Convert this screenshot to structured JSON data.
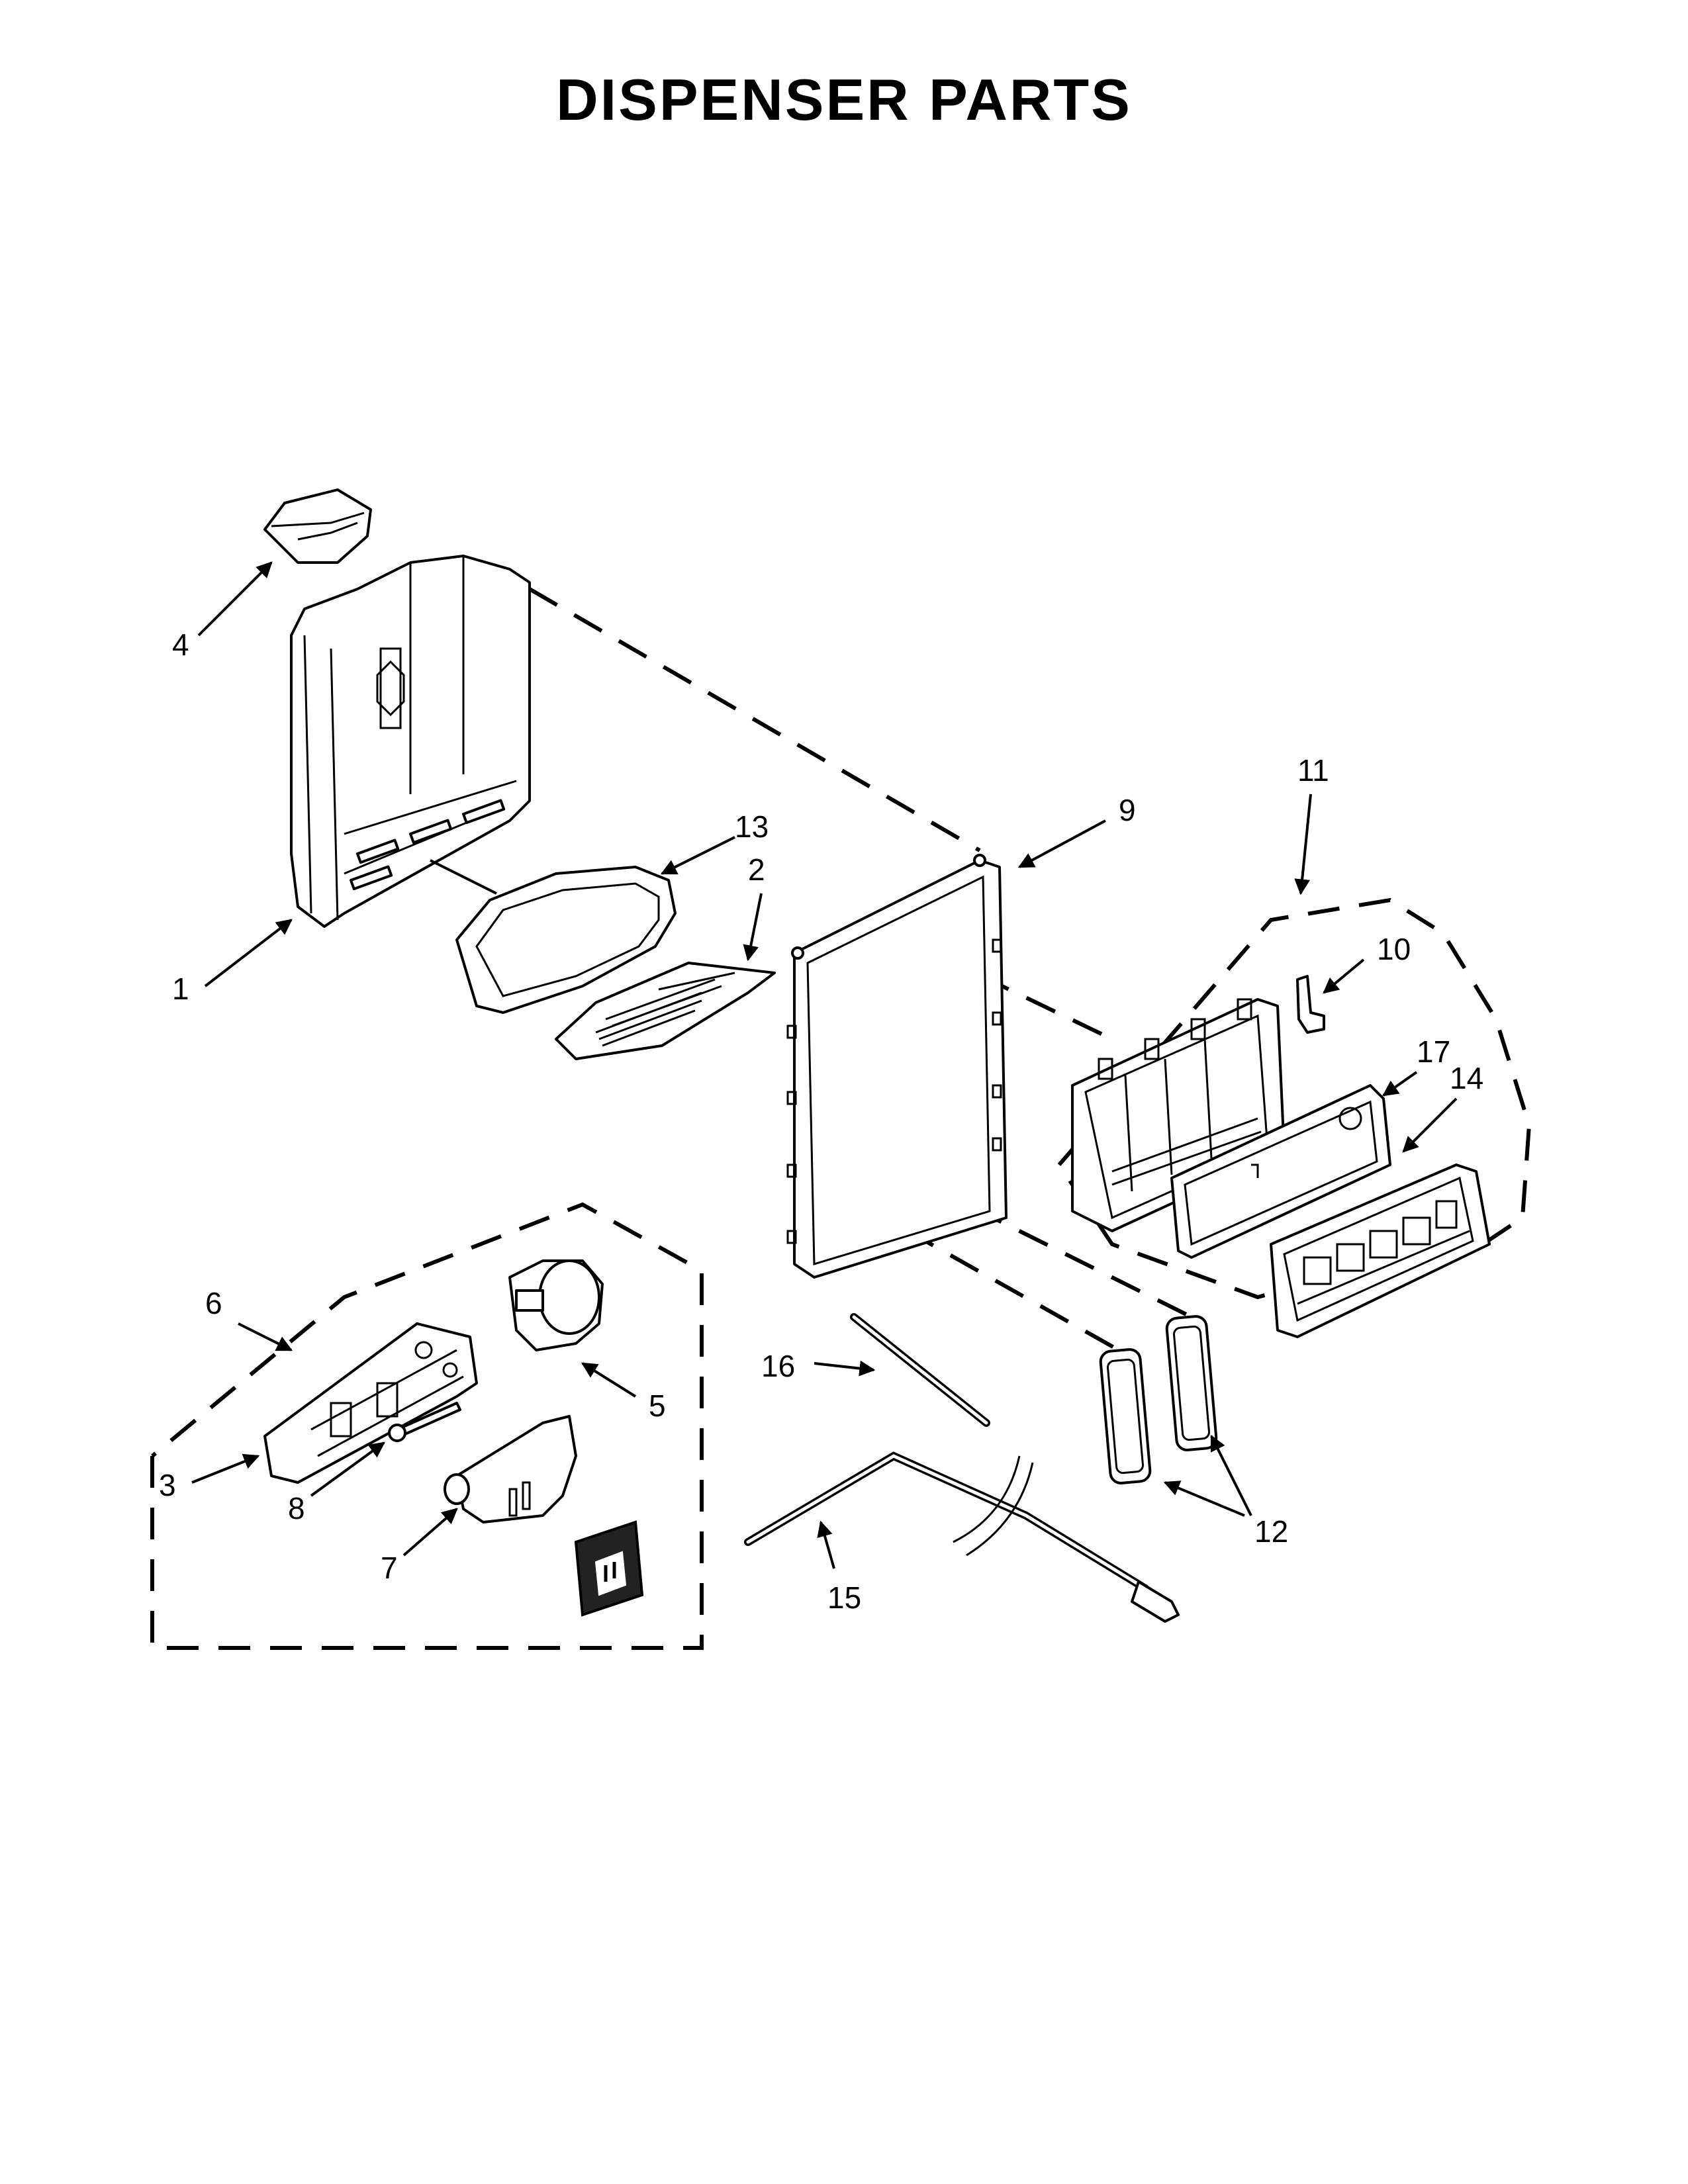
{
  "title": "DISPENSER PARTS",
  "callouts": {
    "c1": "1",
    "c2": "2",
    "c3": "3",
    "c4": "4",
    "c5": "5",
    "c6": "6",
    "c7": "7",
    "c8": "8",
    "c9": "9",
    "c10": "10",
    "c11": "11",
    "c12": "12",
    "c13": "13",
    "c14": "14",
    "c15": "15",
    "c16": "16",
    "c17": "17"
  }
}
